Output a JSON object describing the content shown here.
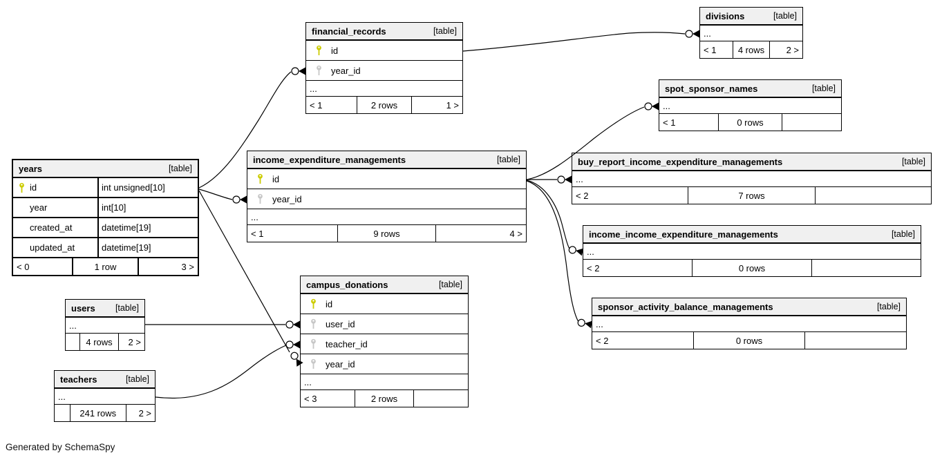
{
  "caption": "Generated by SchemaSpy",
  "labels": {
    "ellipsis": "..."
  },
  "colors": {
    "header_bg": "#f0f0f0",
    "border": "#000000",
    "pk_key": "#cccc00",
    "fk_key": "#c8c8c8"
  },
  "tables": [
    {
      "id": "financial_records",
      "name": "financial_records",
      "badge": "[table]",
      "columns": [
        {
          "name": "id",
          "key": "pk"
        },
        {
          "name": "year_id",
          "key": "fk"
        }
      ],
      "ellipsis": true,
      "footer": [
        "< 1",
        "2 rows",
        "1 >"
      ]
    },
    {
      "id": "divisions",
      "name": "divisions",
      "badge": "[table]",
      "columns": [],
      "ellipsis": true,
      "footer": [
        "< 1",
        "4 rows",
        "2 >"
      ]
    },
    {
      "id": "spot_sponsor_names",
      "name": "spot_sponsor_names",
      "badge": "[table]",
      "columns": [],
      "ellipsis": true,
      "footer": [
        "< 1",
        "0 rows",
        ""
      ]
    },
    {
      "id": "years",
      "name": "years",
      "badge": "[table]",
      "emphasis": true,
      "columns": [
        {
          "name": "id",
          "key": "pk",
          "type": "int unsigned[10]"
        },
        {
          "name": "year",
          "type": "int[10]"
        },
        {
          "name": "created_at",
          "type": "datetime[19]"
        },
        {
          "name": "updated_at",
          "type": "datetime[19]"
        }
      ],
      "ellipsis": false,
      "footer": [
        "< 0",
        "1 row",
        "3 >"
      ]
    },
    {
      "id": "income_expenditure_managements",
      "name": "income_expenditure_managements",
      "badge": "[table]",
      "columns": [
        {
          "name": "id",
          "key": "pk"
        },
        {
          "name": "year_id",
          "key": "fk"
        }
      ],
      "ellipsis": true,
      "footer": [
        "< 1",
        "9 rows",
        "4 >"
      ]
    },
    {
      "id": "buy_report_income_expenditure_managements",
      "name": "buy_report_income_expenditure_managements",
      "badge": "[table]",
      "columns": [],
      "ellipsis": true,
      "footer": [
        "< 2",
        "7 rows",
        ""
      ]
    },
    {
      "id": "income_income_expenditure_managements",
      "name": "income_income_expenditure_managements",
      "badge": "[table]",
      "columns": [],
      "ellipsis": true,
      "footer": [
        "< 2",
        "0 rows",
        ""
      ]
    },
    {
      "id": "sponsor_activity_balance_managements",
      "name": "sponsor_activity_balance_managements",
      "badge": "[table]",
      "columns": [],
      "ellipsis": true,
      "footer": [
        "< 2",
        "0 rows",
        ""
      ]
    },
    {
      "id": "campus_donations",
      "name": "campus_donations",
      "badge": "[table]",
      "columns": [
        {
          "name": "id",
          "key": "pk"
        },
        {
          "name": "user_id",
          "key": "fk"
        },
        {
          "name": "teacher_id",
          "key": "fk"
        },
        {
          "name": "year_id",
          "key": "fk"
        }
      ],
      "ellipsis": true,
      "footer": [
        "< 3",
        "2 rows",
        ""
      ]
    },
    {
      "id": "users",
      "name": "users",
      "badge": "[table]",
      "columns": [],
      "ellipsis": true,
      "footer": [
        "",
        "4 rows",
        "2 >"
      ]
    },
    {
      "id": "teachers",
      "name": "teachers",
      "badge": "[table]",
      "columns": [],
      "ellipsis": true,
      "footer": [
        "",
        "241 rows",
        "2 >"
      ]
    }
  ],
  "relationships": [
    {
      "from": "years.id",
      "to": "financial_records.year_id"
    },
    {
      "from": "years.id",
      "to": "income_expenditure_managements.year_id"
    },
    {
      "from": "years.id",
      "to": "campus_donations.year_id"
    },
    {
      "from": "financial_records.id",
      "to": "divisions"
    },
    {
      "from": "income_expenditure_managements.id",
      "to": "spot_sponsor_names"
    },
    {
      "from": "income_expenditure_managements.id",
      "to": "buy_report_income_expenditure_managements"
    },
    {
      "from": "income_expenditure_managements.id",
      "to": "income_income_expenditure_managements"
    },
    {
      "from": "income_expenditure_managements.id",
      "to": "sponsor_activity_balance_managements"
    },
    {
      "from": "users",
      "to": "campus_donations.user_id"
    },
    {
      "from": "teachers",
      "to": "campus_donations.teacher_id"
    }
  ]
}
